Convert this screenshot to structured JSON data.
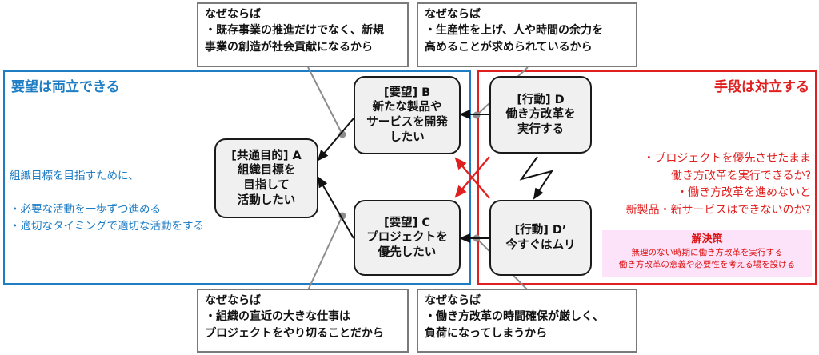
{
  "left_region": {
    "title": "要望は両立できる",
    "color": "#1f7dc4"
  },
  "right_region": {
    "title": "手段は対立する",
    "color": "#e02020"
  },
  "nodes": {
    "A": "[共通目的] A\n組織目標を\n目指して\n活動したい",
    "B": "[要望] B\n新たな製品や\nサービスを開発\nしたい",
    "C": "[要望] C\nプロジェクトを\n優先したい",
    "D": "[行動] D\n働き方改革を\n実行する",
    "D2": "[行動] D’\n今すぐはムリ"
  },
  "reasons": {
    "B": "なぜならば\n・既存事業の推進だけでなく、新規\n事業の創造が社会貢献になるから",
    "D": "なぜならば\n・生産性を上げ、人や時間の余力を\n高めることが求められているから",
    "C": "なぜならば\n・組織の直近の大きな仕事は\nプロジェクトをやり切ることだから",
    "D2": "なぜならば\n・働き方改革の時間確保が厳しく、\n負荷になってしまうから"
  },
  "left_notes": [
    "組織目標を目指すために、",
    "",
    "・必要な活動を一歩ずつ進める",
    "・適切なタイミングで適切な活動をする"
  ],
  "right_notes": [
    "・プロジェクトを優先させたまま",
    "働き方改革を実行できるか?",
    "・働き方改革を進めないと",
    "新製品・新サービスはできないのか?"
  ],
  "solution": {
    "title": "解決策",
    "lines": [
      "無理のない時期に働き方改革を実行する",
      "働き方改革の意義や必要性を考える場を設ける"
    ]
  }
}
